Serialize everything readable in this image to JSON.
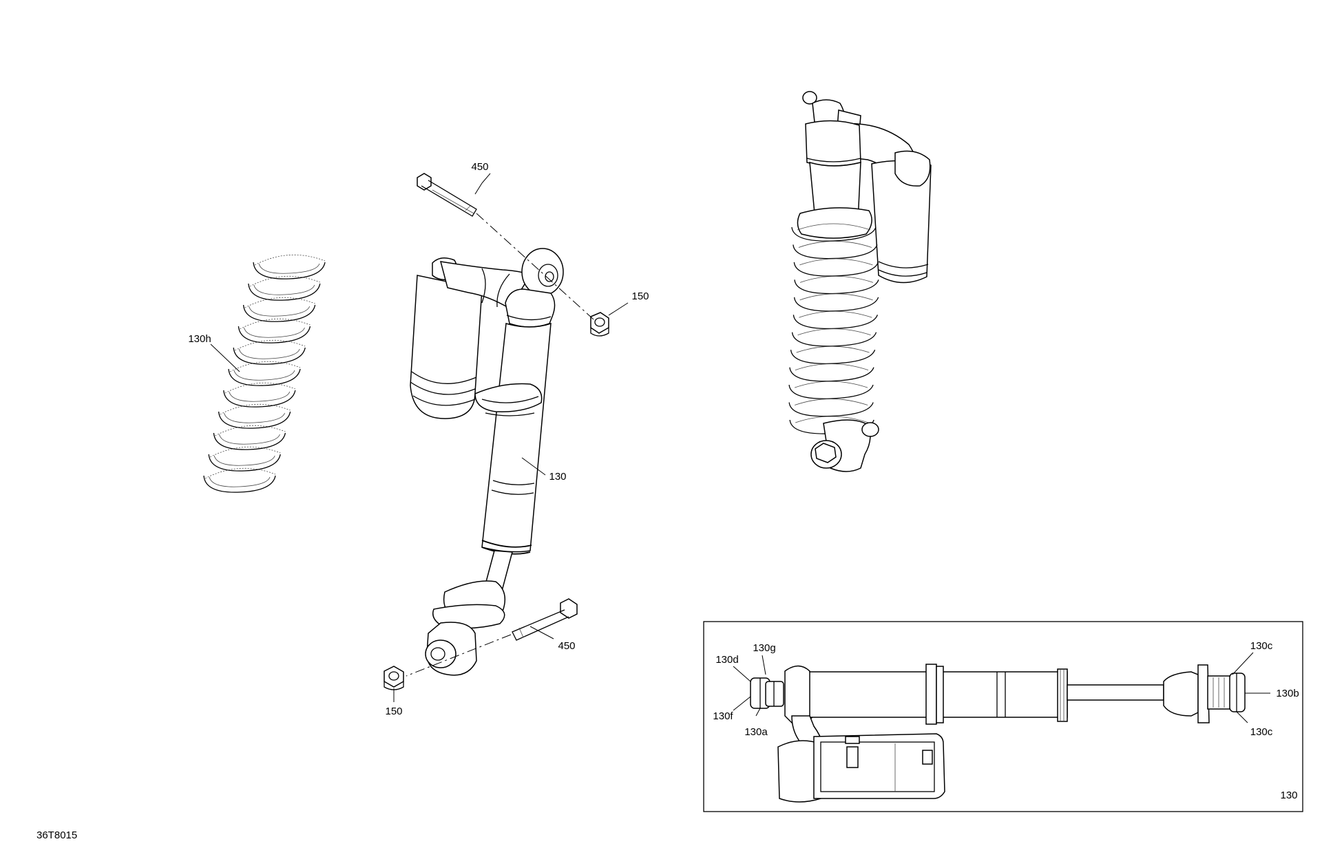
{
  "drawing_id": "36T8015",
  "callouts": {
    "bolt_top": "450",
    "nut_top": "150",
    "spring": "130h",
    "shock": "130",
    "bolt_bottom": "450",
    "nut_bottom": "150"
  },
  "detail": {
    "id": "130",
    "callouts": {
      "c130d": "130d",
      "c130g": "130g",
      "c130f": "130f",
      "c130a": "130a",
      "c130c_top": "130c",
      "c130b": "130b",
      "c130c_bottom": "130c"
    }
  }
}
